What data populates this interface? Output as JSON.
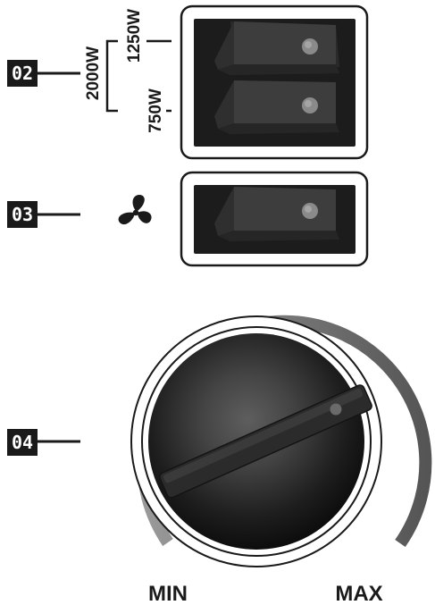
{
  "callouts": {
    "c02": "02",
    "c03": "03",
    "c04": "04"
  },
  "power_switch": {
    "label_total": "2000W",
    "label_upper": "1250W",
    "label_lower": "750W"
  },
  "fan_switch": {
    "icon": "fan-icon"
  },
  "thermostat_knob": {
    "min_label": "MIN",
    "max_label": "MAX"
  },
  "colors": {
    "ink": "#1a1a1a",
    "rocker_body": "#3a3a3a",
    "rocker_dark": "#222222",
    "indicator_led": "#8a8a8a",
    "dial_ring": "#6f6f6f",
    "knob_center": "#5a5a5a"
  }
}
